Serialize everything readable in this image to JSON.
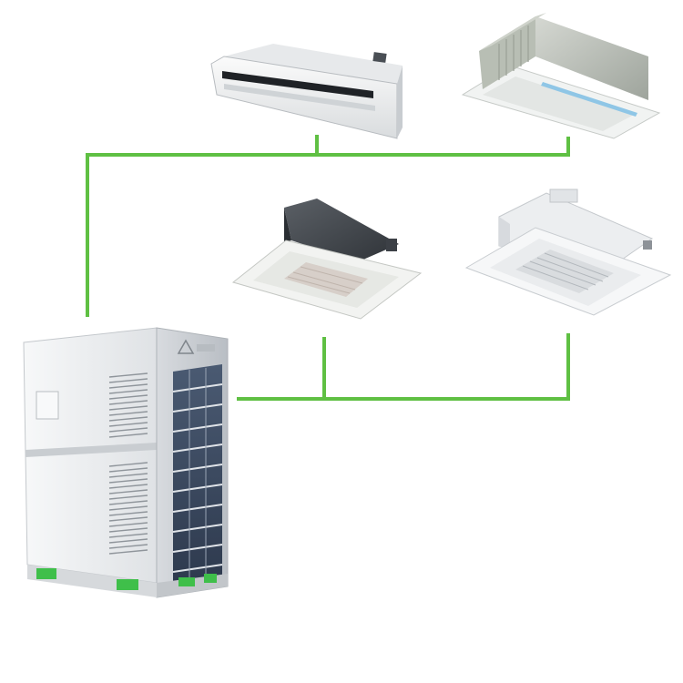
{
  "colors": {
    "background": "#ffffff",
    "pipe": "#5fc043",
    "unit_body": "#eceef0",
    "unit_shadow": "#c9cdd1",
    "coil": "#3c4c63",
    "accent_green": "#3fbf4a"
  },
  "units": {
    "outdoor": "outdoor-unit",
    "wall_cassette": "one-way-cassette-indoor-unit",
    "duct": "ceiling-duct-indoor-unit",
    "cassette_left": "four-way-cassette-indoor-unit",
    "cassette_right": "four-way-cassette-indoor-unit"
  },
  "logo_glyph": "∆"
}
